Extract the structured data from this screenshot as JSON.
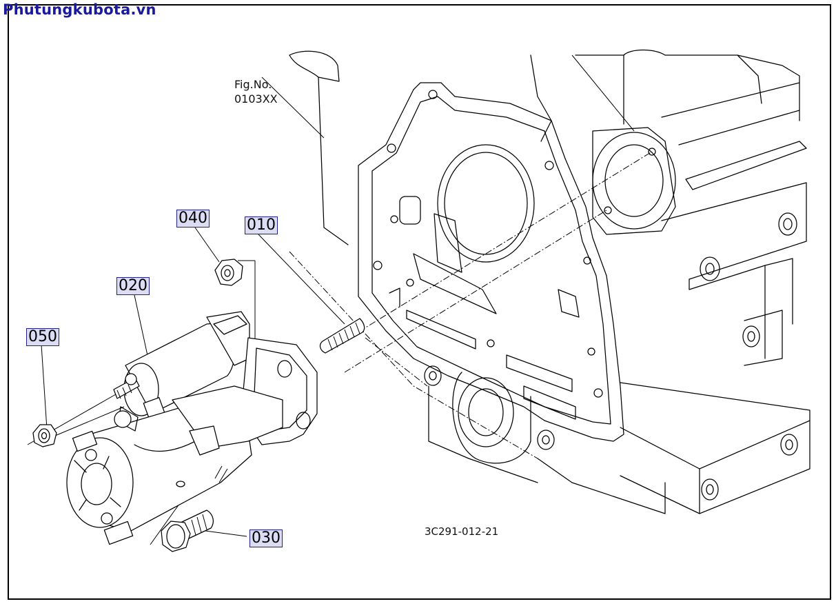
{
  "site": {
    "brand": "Phutungkubota.vn"
  },
  "figure": {
    "label_line1": "Fig.No.",
    "label_line2": "0103XX",
    "code": "3C291-012-21"
  },
  "callouts": {
    "p010": "010",
    "p020": "020",
    "p030": "030",
    "p040": "040",
    "p050": "050"
  },
  "colors": {
    "brand": "#1a1a9a",
    "callout_bg": "#dcdcf4",
    "callout_border": "#20208a",
    "line": "#000000"
  }
}
